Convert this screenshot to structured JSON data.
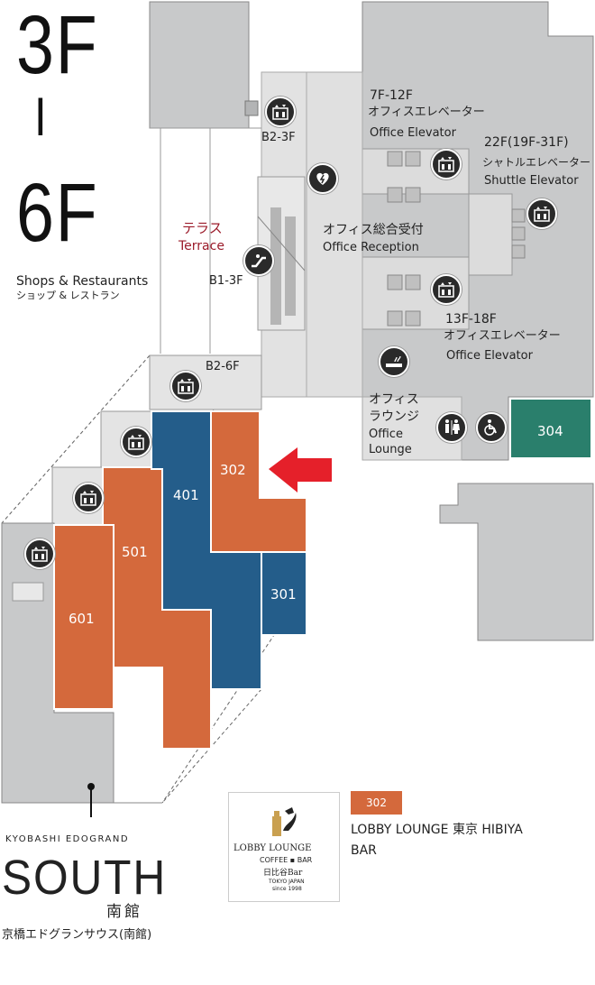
{
  "floor": {
    "top": "3F",
    "divider": "I",
    "bottom": "6F",
    "category_en": "Shops & Restaurants",
    "category_ja": "ショップ & レストラン"
  },
  "labels": {
    "terrace_ja": "テラス",
    "terrace_en": "Terrace",
    "b2_3f": "B2-3F",
    "b1_3f": "B1-3F",
    "b2_6f": "B2-6F",
    "elev_7_12_floors": "7F-12F",
    "elev_7_12_ja": "オフィスエレベーター",
    "elev_7_12_en": "Office Elevator",
    "shuttle_floors": "22F(19F-31F)",
    "shuttle_ja": "シャトルエレベーター",
    "shuttle_en": "Shuttle Elevator",
    "reception_ja": "オフィス総合受付",
    "reception_en": "Office Reception",
    "elev_13_18_floors": "13F-18F",
    "elev_13_18_ja": "オフィスエレベーター",
    "elev_13_18_en": "Office Elevator",
    "lounge_ja1": "オフィス",
    "lounge_ja2": "ラウンジ",
    "lounge_en1": "Office",
    "lounge_en2": "Lounge"
  },
  "shops": {
    "s302": "302",
    "s401": "401",
    "s301": "301",
    "s501": "501",
    "s601": "601",
    "s304": "304"
  },
  "building": {
    "kicker": "KYOBASHI EDOGRAND",
    "name": "SOUTH",
    "name_ja": "南館",
    "full_ja": "京橋エドグランサウス(南館)"
  },
  "legend": {
    "badge": "302",
    "name_line1": "LOBBY LOUNGE 東京 HIBIYA",
    "name_line2": "BAR",
    "logo_line1": "LOBBY",
    "logo_line2": "LOUNGE",
    "logo_line3": "COFFEE ▪ BAR",
    "logo_line4": "日比谷Bar",
    "logo_line5": "TOKYO JAPAN",
    "logo_line6": "since 1998"
  },
  "colors": {
    "orange": "#d4693c",
    "blue": "#245d8a",
    "teal": "#2a7f6c",
    "gray": "#c8c9ca",
    "arrow": "#e5202a"
  },
  "icons": [
    "elevator-icon",
    "escalator-icon",
    "aed-icon",
    "smoking-icon",
    "restroom-icon",
    "wheelchair-icon"
  ]
}
